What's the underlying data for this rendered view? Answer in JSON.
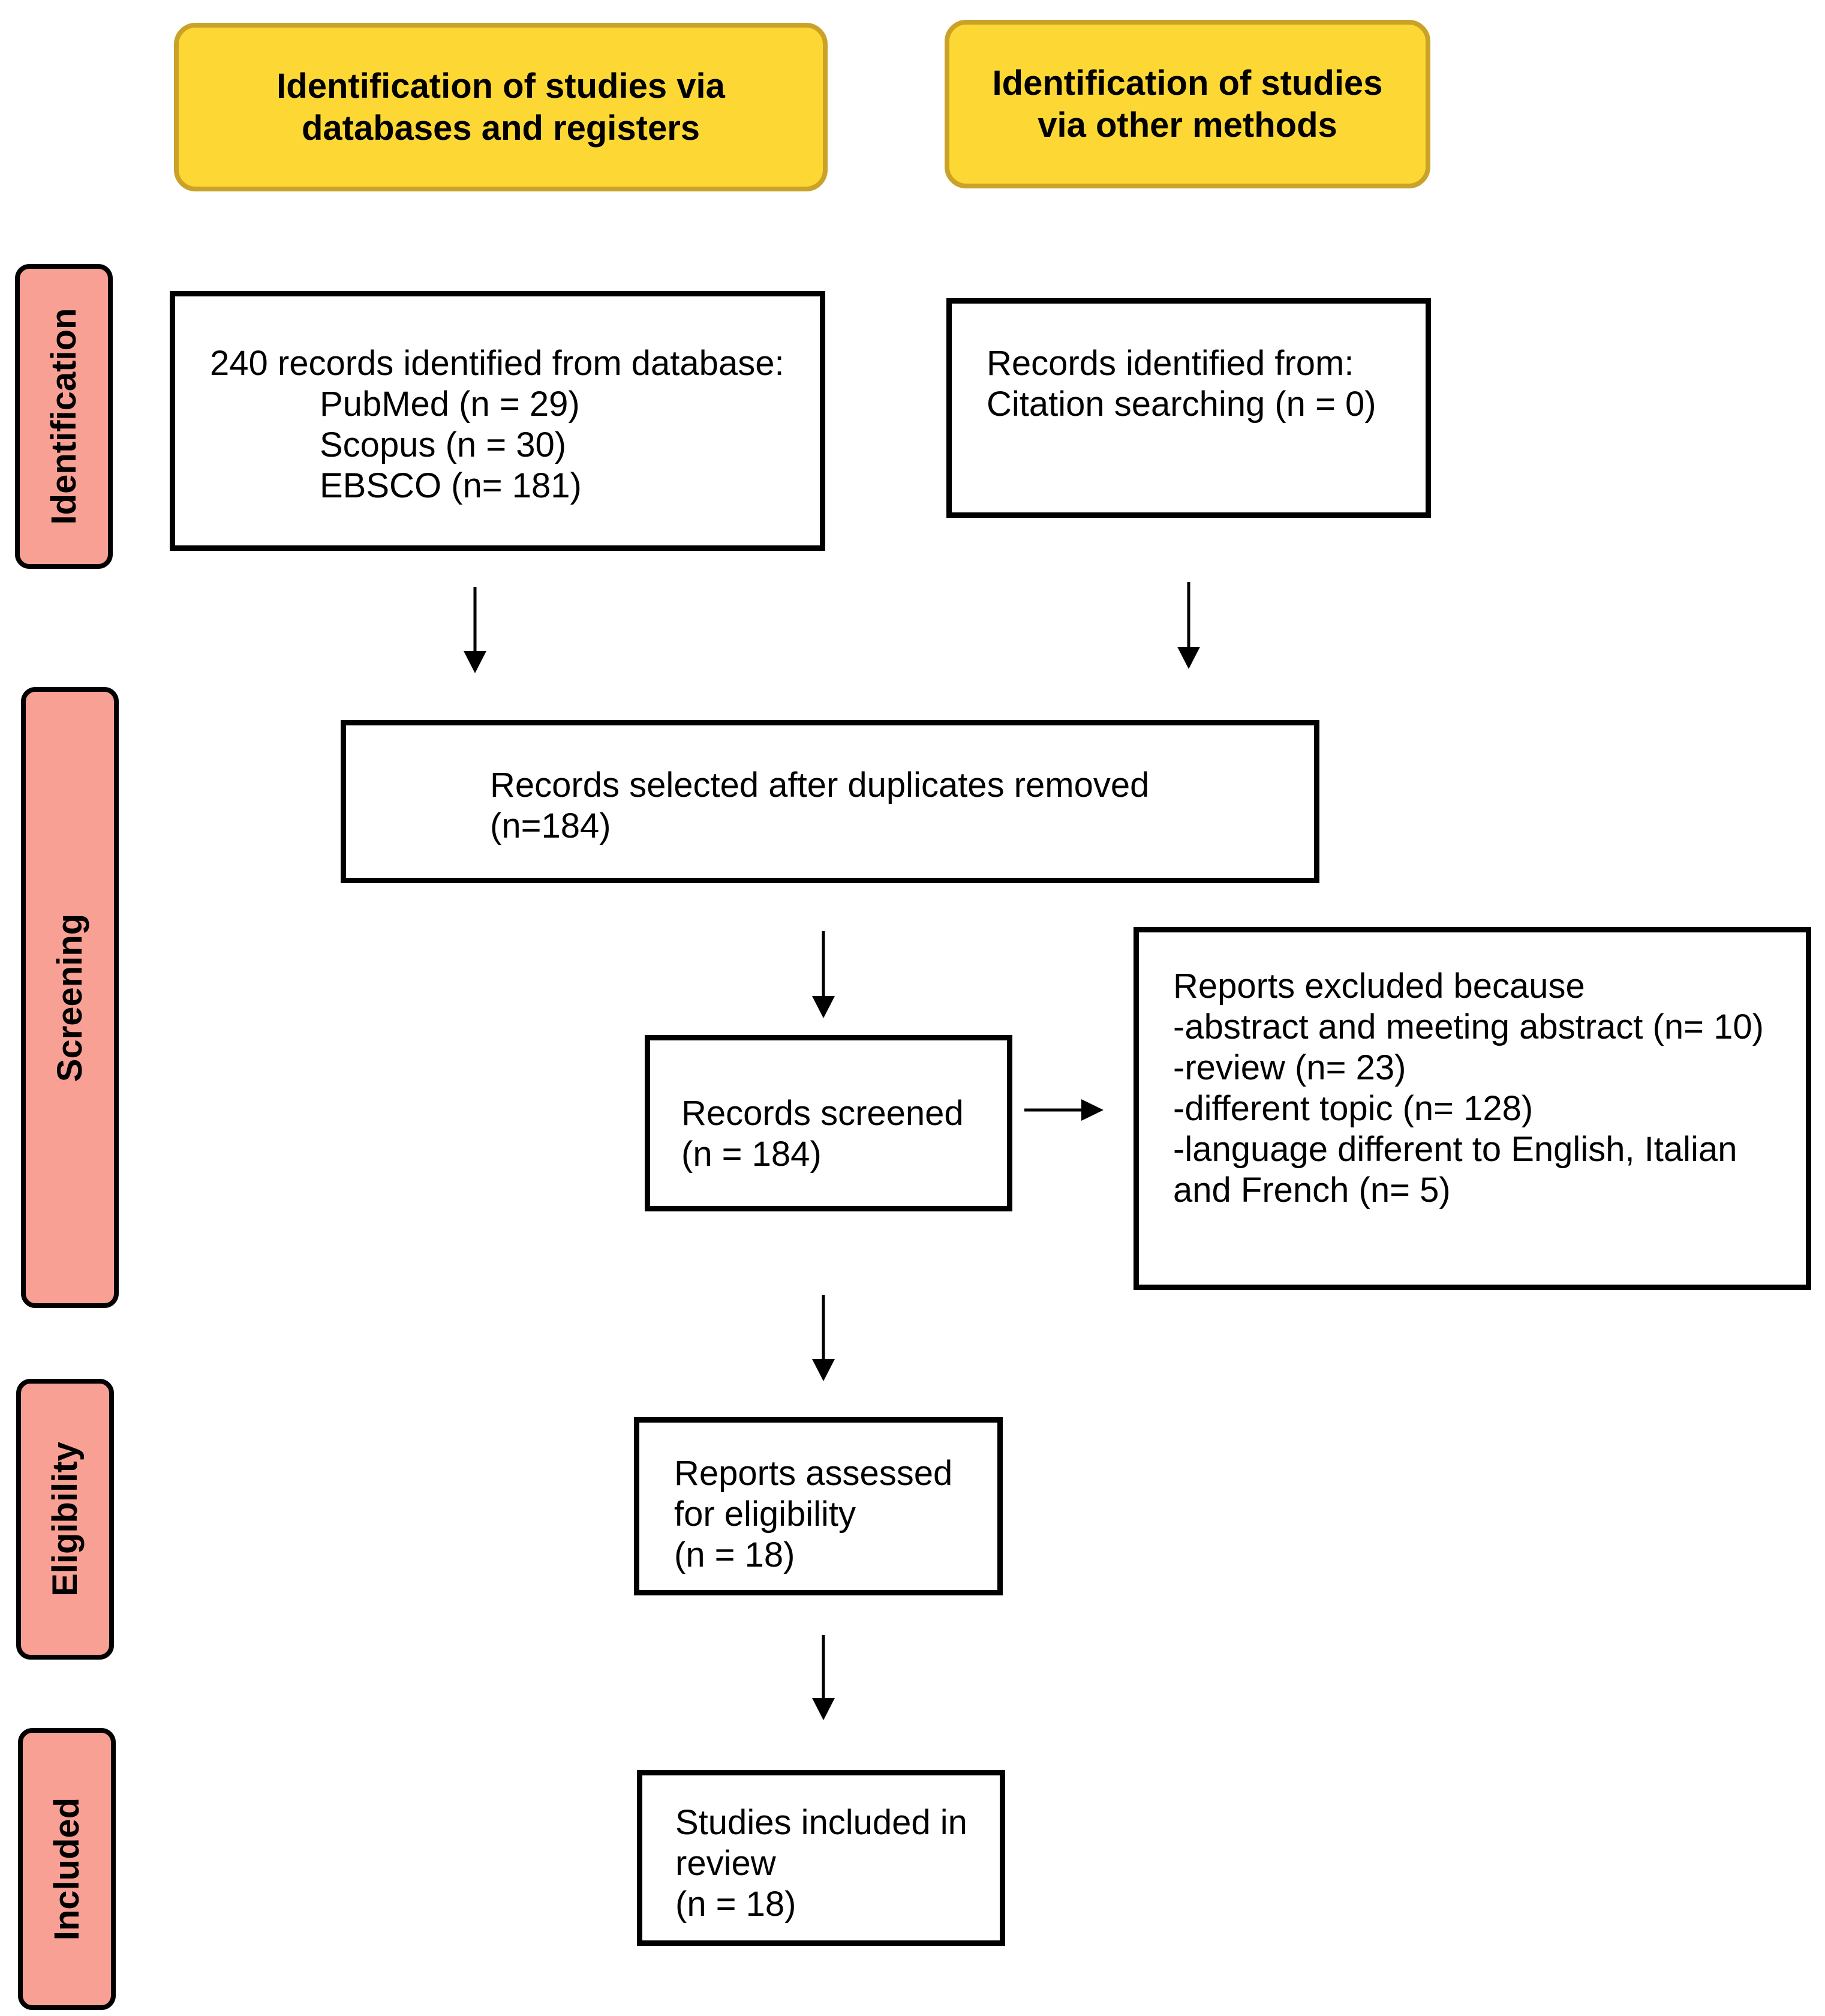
{
  "headers": {
    "databases": {
      "line1": "Identification of studies via",
      "line2": "databases and registers"
    },
    "other": {
      "line1": "Identification of studies",
      "line2": "via other methods"
    }
  },
  "phases": {
    "identification": "Identification",
    "screening": "Screening",
    "eligibility": "Eligibility",
    "included": "Included"
  },
  "boxes": {
    "database_records": {
      "line1": "240 records identified from database:",
      "line2": "PubMed (n = 29)",
      "line3": "Scopus (n = 30)",
      "line4": "EBSCO (n= 181)"
    },
    "other_records": {
      "line1": "Records identified from:",
      "line2": "Citation searching (n = 0)"
    },
    "after_duplicates": {
      "line1": "Records selected after duplicates removed",
      "line2": "(n=184)"
    },
    "screened": {
      "line1": "Records screened",
      "line2": "(n = 184)"
    },
    "excluded": {
      "line1": "Reports excluded because",
      "line2": "-abstract and meeting abstract (n= 10)",
      "line3": "-review (n= 23)",
      "line4": "-different topic (n= 128)",
      "line5": "-language different to English, Italian",
      "line6": "and French (n= 5)"
    },
    "eligibility": {
      "line1": "Reports assessed",
      "line2": "for eligibility",
      "line3": "(n = 18)"
    },
    "included": {
      "line1": "Studies included in",
      "line2": "review",
      "line3": "(n = 18)"
    }
  },
  "colors": {
    "header_fill": "#fdd835",
    "header_border": "#c9a227",
    "phase_fill": "#f9a095",
    "box_border": "#000000"
  }
}
